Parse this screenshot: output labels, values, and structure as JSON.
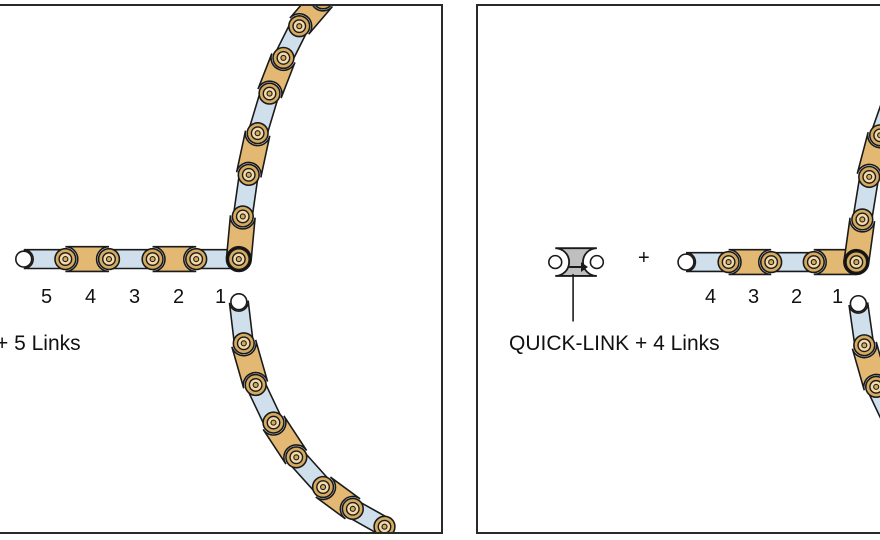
{
  "left_panel": {
    "caption": "+ 5 Links",
    "link_numbers": [
      "5",
      "4",
      "3",
      "2",
      "1"
    ]
  },
  "right_panel": {
    "caption": "QUICK-LINK + 4 Links",
    "plus_sign": "+",
    "link_numbers": [
      "4",
      "3",
      "2",
      "1"
    ]
  },
  "colors": {
    "inner_plate": "#e2b872",
    "inner_plate_light": "#f1d9a8",
    "outer_plate": "#cfe0ec",
    "roller": "#d6ab5f",
    "outline": "#1a1a1a",
    "marker": "#000000",
    "quick_link": "#bfbfbf"
  }
}
